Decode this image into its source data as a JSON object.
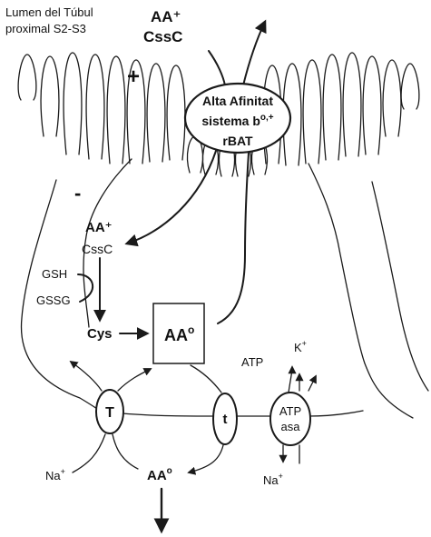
{
  "lumen_label": [
    "Lumen del Túbul",
    "proximal S2-S3"
  ],
  "apical_substrates": [
    "AA⁺",
    "CssC"
  ],
  "charge_plus": "+",
  "charge_minus": "-",
  "transporter": {
    "line1": "Alta Afinitat",
    "line2_base": "sistema b",
    "line2_sup": "o,+",
    "line3": "rBAT"
  },
  "intracellular_substrates": [
    "AA⁺",
    "CssC"
  ],
  "redox": {
    "gsh": "GSH",
    "gssg": "GSSG"
  },
  "cys_label": "Cys",
  "aa_box": {
    "base": "AA",
    "sup": "o"
  },
  "basolateral": {
    "carrier_T": "T",
    "carrier_t": "t",
    "atp_label": "ATP",
    "k_label": "K",
    "k_sup": "+",
    "atpase_line1": "ATP",
    "atpase_line2": "asa",
    "na_left": "Na",
    "na_left_sup": "+",
    "na_right": "Na",
    "na_right_sup": "+",
    "aa_out": "AA",
    "aa_out_sup": "o"
  },
  "colors": {
    "ink": "#1a1a1a",
    "background": "#ffffff"
  }
}
